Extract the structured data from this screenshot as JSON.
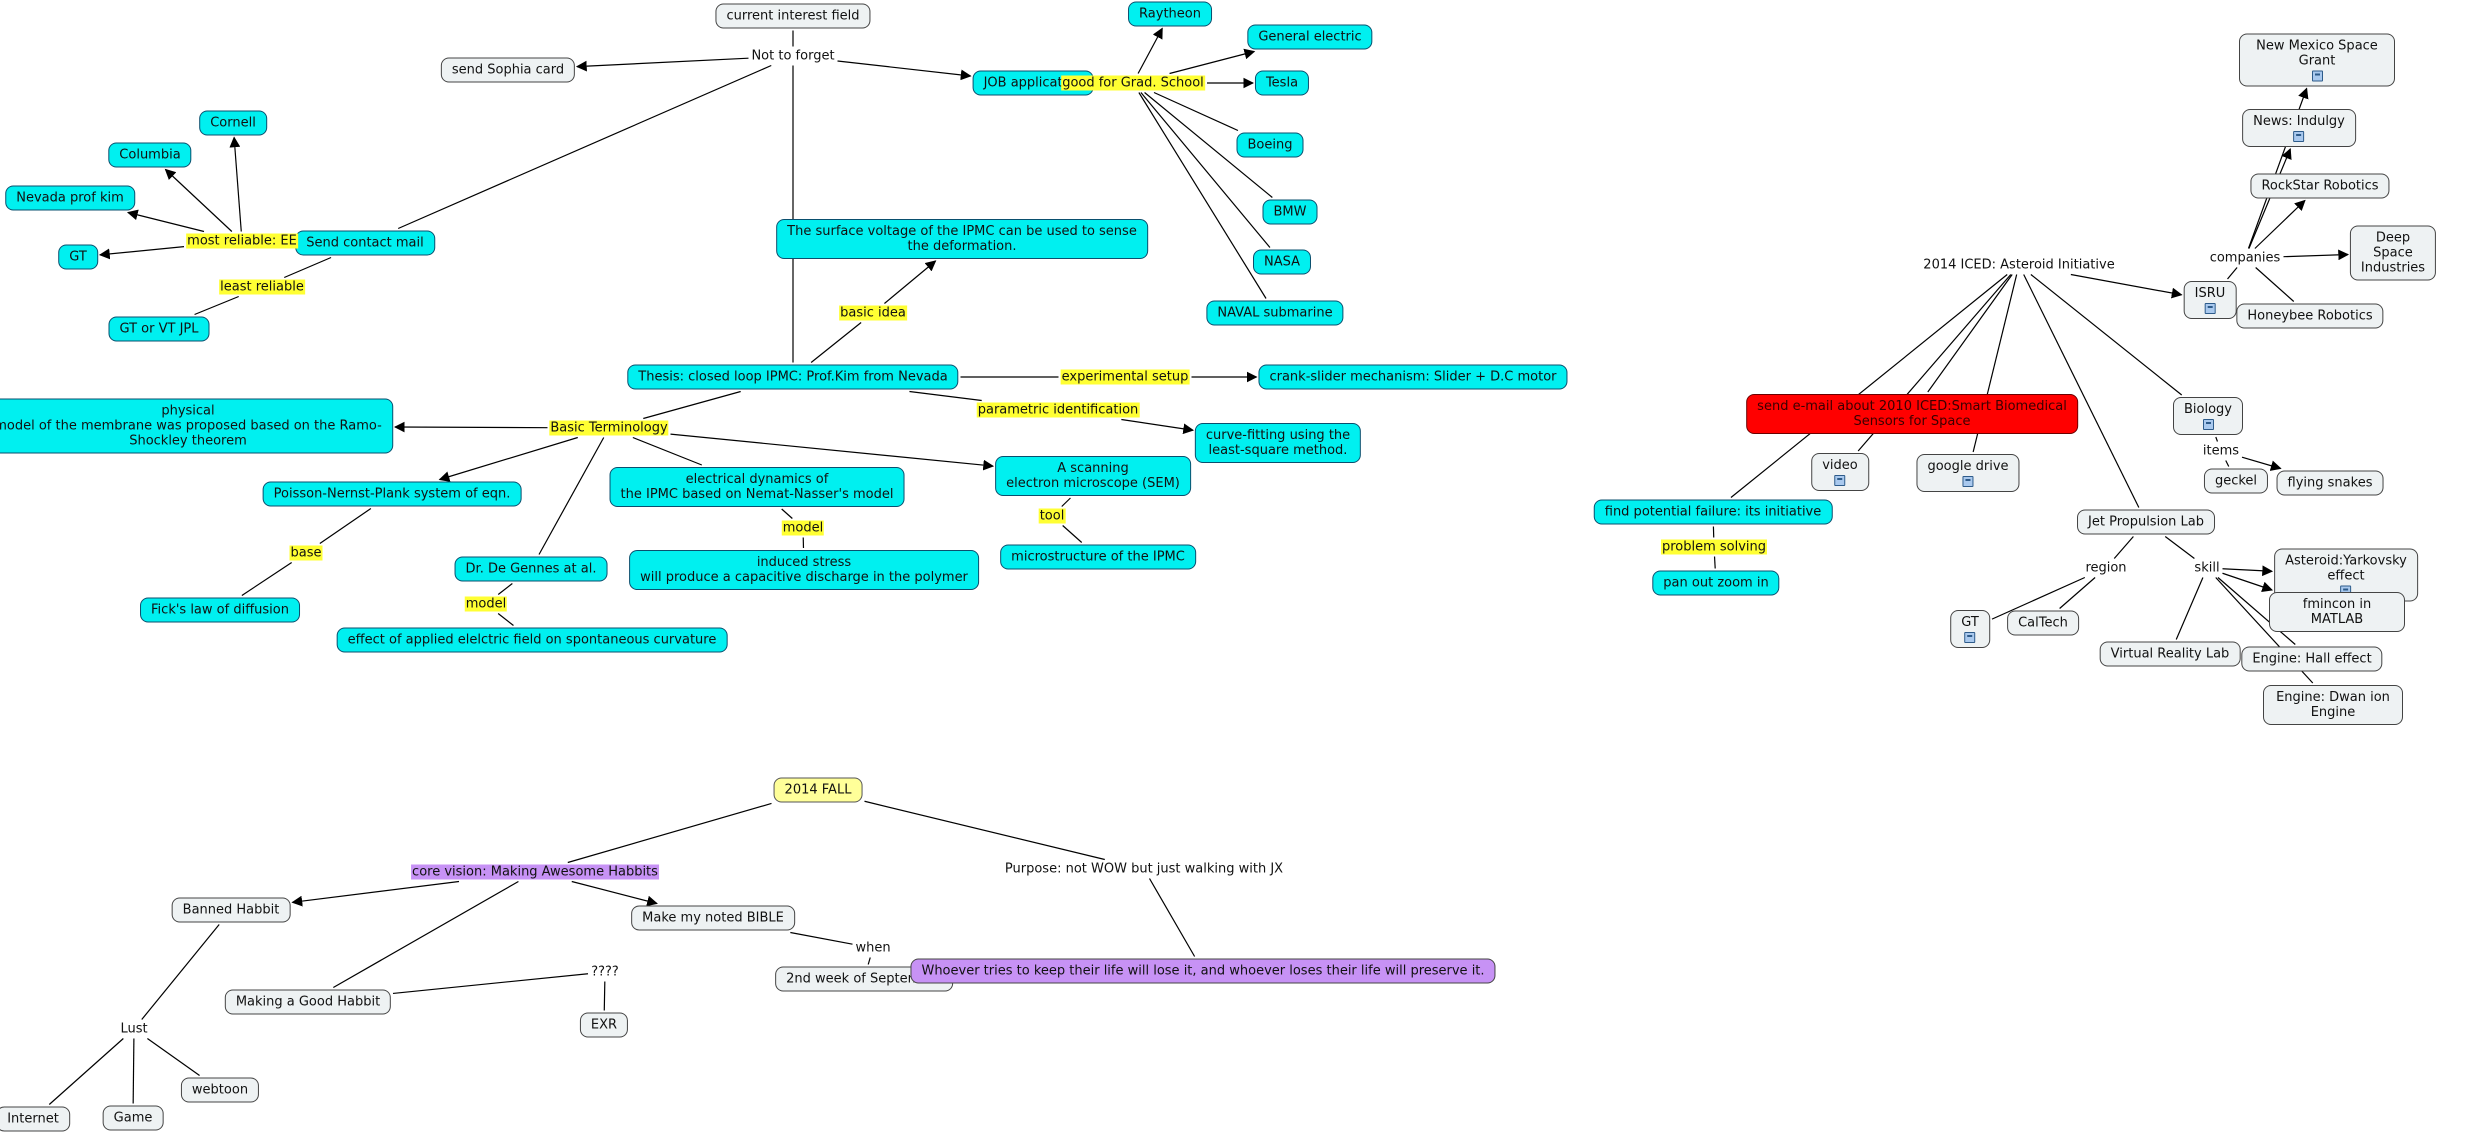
{
  "nodes": [
    {
      "id": "current_interest",
      "name": "current-interest-field-node",
      "text": "current interest field",
      "style": "plain",
      "interactable": true
    },
    {
      "id": "sophia",
      "name": "send-sophia-card-node",
      "text": "send Sophia card",
      "style": "plain",
      "interactable": true
    },
    {
      "id": "job",
      "name": "job-application-node",
      "text": "JOB application",
      "style": "cyan",
      "interactable": true
    },
    {
      "id": "raytheon",
      "name": "raytheon-node",
      "text": "Raytheon",
      "style": "cyan",
      "interactable": true
    },
    {
      "id": "ge",
      "name": "general-electric-node",
      "text": "General electric",
      "style": "cyan",
      "interactable": true
    },
    {
      "id": "tesla",
      "name": "tesla-node",
      "text": "Tesla",
      "style": "cyan",
      "interactable": true
    },
    {
      "id": "boeing",
      "name": "boeing-node",
      "text": "Boeing",
      "style": "cyan",
      "interactable": true
    },
    {
      "id": "bmw",
      "name": "bmw-node",
      "text": "BMW",
      "style": "cyan",
      "interactable": true
    },
    {
      "id": "nasa",
      "name": "nasa-node",
      "text": "NASA",
      "style": "cyan",
      "interactable": true
    },
    {
      "id": "naval",
      "name": "naval-submarine-node",
      "text": "NAVAL submarine",
      "style": "cyan",
      "interactable": true
    },
    {
      "id": "cornell",
      "name": "cornell-node",
      "text": "Cornell",
      "style": "cyan",
      "interactable": true
    },
    {
      "id": "columbia",
      "name": "columbia-node",
      "text": "Columbia",
      "style": "cyan",
      "interactable": true
    },
    {
      "id": "nevada_kim",
      "name": "nevada-prof-kim-node",
      "text": "Nevada prof kim",
      "style": "cyan",
      "interactable": true
    },
    {
      "id": "gt_left",
      "name": "gt-node",
      "text": "GT",
      "style": "cyan",
      "interactable": true
    },
    {
      "id": "send_contact",
      "name": "send-contact-mail-node",
      "text": "Send contact mail",
      "style": "cyan",
      "interactable": true
    },
    {
      "id": "gt_vt",
      "name": "gt-or-vt-jpl-node",
      "text": "GT or VT JPL",
      "style": "cyan",
      "interactable": true
    },
    {
      "id": "surface_voltage",
      "name": "surface-voltage-node",
      "text": "The surface voltage of the IPMC can be used to sense\nthe deformation.",
      "style": "cyan",
      "interactable": true
    },
    {
      "id": "thesis",
      "name": "thesis-node",
      "text": "Thesis: closed loop IPMC: Prof.Kim from Nevada",
      "style": "cyan",
      "interactable": true
    },
    {
      "id": "crank",
      "name": "crank-slider-node",
      "text": "crank-slider mechanism: Slider + D.C motor",
      "style": "cyan",
      "interactable": true
    },
    {
      "id": "curve",
      "name": "curve-fitting-node",
      "text": "curve-fitting using the\nleast-square method.",
      "style": "cyan",
      "interactable": true
    },
    {
      "id": "physical",
      "name": "physical-model-node",
      "text": "physical\nmodel of the membrane was proposed based on the Ramo-\nShockley theorem",
      "style": "cyan",
      "interactable": true
    },
    {
      "id": "poisson",
      "name": "poisson-nernst-plank-node",
      "text": "Poisson-Nernst-Plank system of eqn.",
      "style": "cyan",
      "interactable": true
    },
    {
      "id": "electrical",
      "name": "electrical-dynamics-node",
      "text": "electrical dynamics of\nthe IPMC based on Nemat-Nasser's model",
      "style": "cyan",
      "interactable": true
    },
    {
      "id": "scanning",
      "name": "scanning-microscope-node",
      "text": "A scanning\nelectron microscope (SEM)",
      "style": "cyan",
      "interactable": true
    },
    {
      "id": "induced",
      "name": "induced-stress-node",
      "text": "induced stress\nwill produce a capacitive discharge in the polymer",
      "style": "cyan",
      "interactable": true
    },
    {
      "id": "microstructure",
      "name": "microstructure-node",
      "text": "microstructure of the IPMC",
      "style": "cyan",
      "interactable": true
    },
    {
      "id": "degennes",
      "name": "de-gennes-node",
      "text": "Dr. De Gennes at al.",
      "style": "cyan",
      "interactable": true
    },
    {
      "id": "fick",
      "name": "ficks-law-node",
      "text": "Fick's law of diffusion",
      "style": "cyan",
      "interactable": true
    },
    {
      "id": "effect",
      "name": "effect-applied-field-node",
      "text": "effect of applied elelctric field on spontaneous curvature",
      "style": "cyan",
      "interactable": true
    },
    {
      "id": "nm_space_grant",
      "name": "new-mexico-space-grant-node",
      "text": "New Mexico Space Grant",
      "style": "plain",
      "icon": true,
      "interactable": true
    },
    {
      "id": "news",
      "name": "news-indulgy-node",
      "text": "News: Indulgy",
      "style": "plain",
      "icon": true,
      "interactable": true
    },
    {
      "id": "rockstar",
      "name": "rockstar-robotics-node",
      "text": "RockStar Robotics",
      "style": "plain",
      "interactable": true
    },
    {
      "id": "deep_space",
      "name": "deep-space-industries-node",
      "text": "Deep Space Industries",
      "style": "plain",
      "interactable": true
    },
    {
      "id": "isru",
      "name": "isru-node",
      "text": "ISRU",
      "style": "plain",
      "icon": true,
      "interactable": true
    },
    {
      "id": "honeybee",
      "name": "honeybee-robotics-node",
      "text": "Honeybee Robotics",
      "style": "plain",
      "interactable": true
    },
    {
      "id": "send_email",
      "name": "send-email-iced-node",
      "text": "send e-mail about 2010 ICED:Smart Biomedical\nSensors for Space",
      "style": "red",
      "interactable": true
    },
    {
      "id": "biology",
      "name": "biology-node",
      "text": "Biology",
      "style": "plain",
      "icon": true,
      "interactable": true
    },
    {
      "id": "video",
      "name": "video-node",
      "text": "video",
      "style": "plain",
      "icon": true,
      "interactable": true
    },
    {
      "id": "gdrive",
      "name": "google-drive-node",
      "text": "google drive",
      "style": "plain",
      "icon": true,
      "interactable": true
    },
    {
      "id": "geckel",
      "name": "geckel-node",
      "text": "geckel",
      "style": "plain",
      "interactable": true
    },
    {
      "id": "snakes",
      "name": "flying-snakes-node",
      "text": "flying snakes",
      "style": "plain",
      "interactable": true
    },
    {
      "id": "find_failure",
      "name": "find-potential-failure-node",
      "text": "find potential failure: its initiative",
      "style": "cyan",
      "interactable": true
    },
    {
      "id": "jpl",
      "name": "jet-propulsion-lab-node",
      "text": "Jet Propulsion Lab",
      "style": "plain",
      "interactable": true
    },
    {
      "id": "asteroid",
      "name": "asteroid-yarkovsky-node",
      "text": "Asteroid:Yarkovsky effect",
      "style": "plain",
      "icon": true,
      "interactable": true
    },
    {
      "id": "pan",
      "name": "pan-out-zoom-in-node",
      "text": "pan out zoom in",
      "style": "cyan",
      "interactable": true
    },
    {
      "id": "fmincon",
      "name": "fmincon-matlab-node",
      "text": "fmincon in MATLAB",
      "style": "plain",
      "interactable": true
    },
    {
      "id": "gt_right",
      "name": "gt-region-node",
      "text": "GT",
      "style": "plain",
      "icon": true,
      "interactable": true
    },
    {
      "id": "caltech",
      "name": "caltech-node",
      "text": "CalTech",
      "style": "plain",
      "interactable": true
    },
    {
      "id": "vr_lab",
      "name": "virtual-reality-lab-node",
      "text": "Virtual Reality Lab",
      "style": "plain",
      "interactable": true
    },
    {
      "id": "hall",
      "name": "engine-hall-effect-node",
      "text": "Engine: Hall effect",
      "style": "plain",
      "interactable": true
    },
    {
      "id": "dwan",
      "name": "engine-dwan-ion-node",
      "text": "Engine: Dwan ion Engine",
      "style": "plain",
      "interactable": true
    },
    {
      "id": "fall",
      "name": "2014-fall-node",
      "text": "2014 FALL",
      "style": "yellow",
      "interactable": true
    },
    {
      "id": "banned",
      "name": "banned-habbit-node",
      "text": "Banned Habbit",
      "style": "plain",
      "interactable": true
    },
    {
      "id": "bible",
      "name": "make-noted-bible-node",
      "text": "Make my noted BIBLE",
      "style": "plain",
      "interactable": true
    },
    {
      "id": "good_habbit",
      "name": "making-good-habbit-node",
      "text": "Making a Good Habbit",
      "style": "plain",
      "interactable": true
    },
    {
      "id": "september",
      "name": "2nd-week-september-node",
      "text": "2nd week of September",
      "style": "plain",
      "interactable": true
    },
    {
      "id": "whoever",
      "name": "whoever-quote-node",
      "text": "Whoever tries to keep their life will lose it, and whoever loses their life will preserve it.",
      "style": "purple",
      "interactable": true
    },
    {
      "id": "exr",
      "name": "exr-node",
      "text": "EXR",
      "style": "plain",
      "interactable": true
    },
    {
      "id": "webtoon",
      "name": "webtoon-node",
      "text": "webtoon",
      "style": "plain",
      "interactable": true
    },
    {
      "id": "internet",
      "name": "internet-node",
      "text": "Internet",
      "style": "plain",
      "interactable": true
    },
    {
      "id": "game",
      "name": "game-node",
      "text": "Game",
      "style": "plain",
      "interactable": true
    }
  ],
  "labels": [
    {
      "id": "not_forget",
      "name": "not-to-forget-label",
      "text": "Not to forget",
      "style": "none"
    },
    {
      "id": "good_grad",
      "name": "good-for-grad-school-label",
      "text": "good for Grad. School",
      "style": "hl"
    },
    {
      "id": "most_reliable",
      "name": "most-reliable-label",
      "text": "most reliable: EE",
      "style": "hl"
    },
    {
      "id": "least_reliable",
      "name": "least-reliable-label",
      "text": "least reliable",
      "style": "hl"
    },
    {
      "id": "basic_idea",
      "name": "basic-idea-label",
      "text": "basic idea",
      "style": "hl"
    },
    {
      "id": "experimental",
      "name": "experimental-setup-label",
      "text": "experimental setup",
      "style": "hl"
    },
    {
      "id": "parametric",
      "name": "parametric-identification-label",
      "text": "parametric identification",
      "style": "hl"
    },
    {
      "id": "basic_term",
      "name": "basic-terminology-label",
      "text": "Basic Terminology",
      "style": "hl"
    },
    {
      "id": "model1",
      "name": "model-label-electrical",
      "text": "model",
      "style": "hl"
    },
    {
      "id": "tool",
      "name": "tool-label",
      "text": "tool",
      "style": "hl"
    },
    {
      "id": "base",
      "name": "base-label",
      "text": "base",
      "style": "hl"
    },
    {
      "id": "model2",
      "name": "model-label-degennes",
      "text": "model",
      "style": "hl"
    },
    {
      "id": "iced2014",
      "name": "iced-2014-asteroid-label",
      "text": "2014 ICED: Asteroid Initiative",
      "style": "none"
    },
    {
      "id": "companies",
      "name": "companies-label",
      "text": "companies",
      "style": "none"
    },
    {
      "id": "items",
      "name": "items-label",
      "text": "items",
      "style": "none"
    },
    {
      "id": "problem_solving",
      "name": "problem-solving-label",
      "text": "problem solving",
      "style": "hl"
    },
    {
      "id": "region",
      "name": "region-label",
      "text": "region",
      "style": "none"
    },
    {
      "id": "skill",
      "name": "skill-label",
      "text": "skill",
      "style": "none"
    },
    {
      "id": "core_vision",
      "name": "core-vision-label",
      "text": "core vision: Making Awesome Habbits",
      "style": "hp"
    },
    {
      "id": "purpose",
      "name": "purpose-label",
      "text": "Purpose: not WOW but just walking with JX",
      "style": "none"
    },
    {
      "id": "when",
      "name": "when-label",
      "text": "when",
      "style": "none"
    },
    {
      "id": "qmarks",
      "name": "question-marks-label",
      "text": "????",
      "style": "none"
    },
    {
      "id": "lust",
      "name": "lust-label",
      "text": "Lust",
      "style": "none"
    }
  ],
  "edges": [
    [
      "current_interest",
      "not_forget",
      false
    ],
    [
      "not_forget",
      "sophia",
      true
    ],
    [
      "not_forget",
      "job",
      true
    ],
    [
      "not_forget",
      "send_contact",
      false
    ],
    [
      "not_forget",
      "thesis",
      false
    ],
    [
      "job",
      "good_grad",
      false
    ],
    [
      "good_grad",
      "raytheon",
      true
    ],
    [
      "good_grad",
      "ge",
      true
    ],
    [
      "good_grad",
      "tesla",
      true
    ],
    [
      "good_grad",
      "boeing",
      false
    ],
    [
      "good_grad",
      "bmw",
      false
    ],
    [
      "good_grad",
      "nasa",
      false
    ],
    [
      "good_grad",
      "naval",
      false
    ],
    [
      "send_contact",
      "most_reliable",
      false
    ],
    [
      "most_reliable",
      "cornell",
      true
    ],
    [
      "most_reliable",
      "columbia",
      true
    ],
    [
      "most_reliable",
      "nevada_kim",
      true
    ],
    [
      "most_reliable",
      "gt_left",
      true
    ],
    [
      "send_contact",
      "least_reliable",
      false
    ],
    [
      "least_reliable",
      "gt_vt",
      false
    ],
    [
      "thesis",
      "basic_idea",
      false
    ],
    [
      "basic_idea",
      "surface_voltage",
      true
    ],
    [
      "thesis",
      "experimental",
      false
    ],
    [
      "experimental",
      "crank",
      true
    ],
    [
      "thesis",
      "parametric",
      false
    ],
    [
      "parametric",
      "curve",
      true
    ],
    [
      "thesis",
      "basic_term",
      false
    ],
    [
      "basic_term",
      "physical",
      true
    ],
    [
      "basic_term",
      "poisson",
      true
    ],
    [
      "basic_term",
      "electrical",
      false
    ],
    [
      "basic_term",
      "scanning",
      true
    ],
    [
      "basic_term",
      "degennes",
      false
    ],
    [
      "electrical",
      "model1",
      false
    ],
    [
      "model1",
      "induced",
      false
    ],
    [
      "scanning",
      "tool",
      false
    ],
    [
      "tool",
      "microstructure",
      false
    ],
    [
      "poisson",
      "base",
      false
    ],
    [
      "base",
      "fick",
      false
    ],
    [
      "degennes",
      "model2",
      false
    ],
    [
      "model2",
      "effect",
      false
    ],
    [
      "iced2014",
      "send_email",
      false
    ],
    [
      "iced2014",
      "video",
      false
    ],
    [
      "iced2014",
      "gdrive",
      false
    ],
    [
      "iced2014",
      "isru",
      true
    ],
    [
      "iced2014",
      "biology",
      false
    ],
    [
      "iced2014",
      "jpl",
      false
    ],
    [
      "iced2014",
      "find_failure",
      false
    ],
    [
      "isru",
      "companies",
      false
    ],
    [
      "companies",
      "nm_space_grant",
      true
    ],
    [
      "companies",
      "news",
      true
    ],
    [
      "companies",
      "rockstar",
      true
    ],
    [
      "companies",
      "deep_space",
      true
    ],
    [
      "companies",
      "honeybee",
      false
    ],
    [
      "biology",
      "items",
      false
    ],
    [
      "items",
      "geckel",
      false
    ],
    [
      "items",
      "snakes",
      true
    ],
    [
      "find_failure",
      "problem_solving",
      false
    ],
    [
      "problem_solving",
      "pan",
      false
    ],
    [
      "jpl",
      "region",
      false
    ],
    [
      "region",
      "gt_right",
      false
    ],
    [
      "region",
      "caltech",
      false
    ],
    [
      "jpl",
      "skill",
      false
    ],
    [
      "skill",
      "asteroid",
      true
    ],
    [
      "skill",
      "fmincon",
      true
    ],
    [
      "skill",
      "vr_lab",
      false
    ],
    [
      "skill",
      "hall",
      false
    ],
    [
      "skill",
      "dwan",
      false
    ],
    [
      "fall",
      "core_vision",
      false
    ],
    [
      "fall",
      "purpose",
      false
    ],
    [
      "core_vision",
      "banned",
      true
    ],
    [
      "core_vision",
      "bible",
      true
    ],
    [
      "core_vision",
      "good_habbit",
      false
    ],
    [
      "bible",
      "when",
      false
    ],
    [
      "when",
      "september",
      false
    ],
    [
      "good_habbit",
      "qmarks",
      false
    ],
    [
      "qmarks",
      "exr",
      false
    ],
    [
      "purpose",
      "whoever",
      false
    ],
    [
      "banned",
      "lust",
      false
    ],
    [
      "lust",
      "webtoon",
      false
    ],
    [
      "lust",
      "internet",
      false
    ],
    [
      "lust",
      "game",
      false
    ]
  ]
}
